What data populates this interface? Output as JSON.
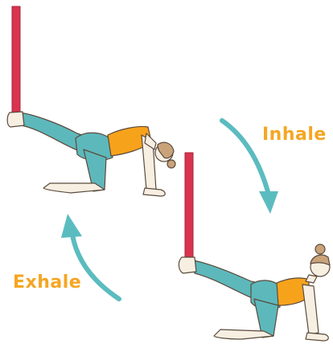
{
  "labels": {
    "inhale": "Inhale",
    "exhale": "Exhale"
  },
  "colors": {
    "label": "#f5a623",
    "arrow": "#5bbcbf",
    "strap": "#d9344f",
    "strap_edge": "#a8223a",
    "leggings": "#5db8bb",
    "top": "#f7a21b",
    "skin": "#f7efe2",
    "hair": "#caa27a",
    "outline": "#5a4a3c"
  },
  "icons": {
    "top_figure": "tabletop-leg-lift-figure",
    "bottom_figure": "tabletop-leg-lift-figure",
    "inhale_arrow": "curved-arrow-down-icon",
    "exhale_arrow": "curved-arrow-up-icon"
  }
}
